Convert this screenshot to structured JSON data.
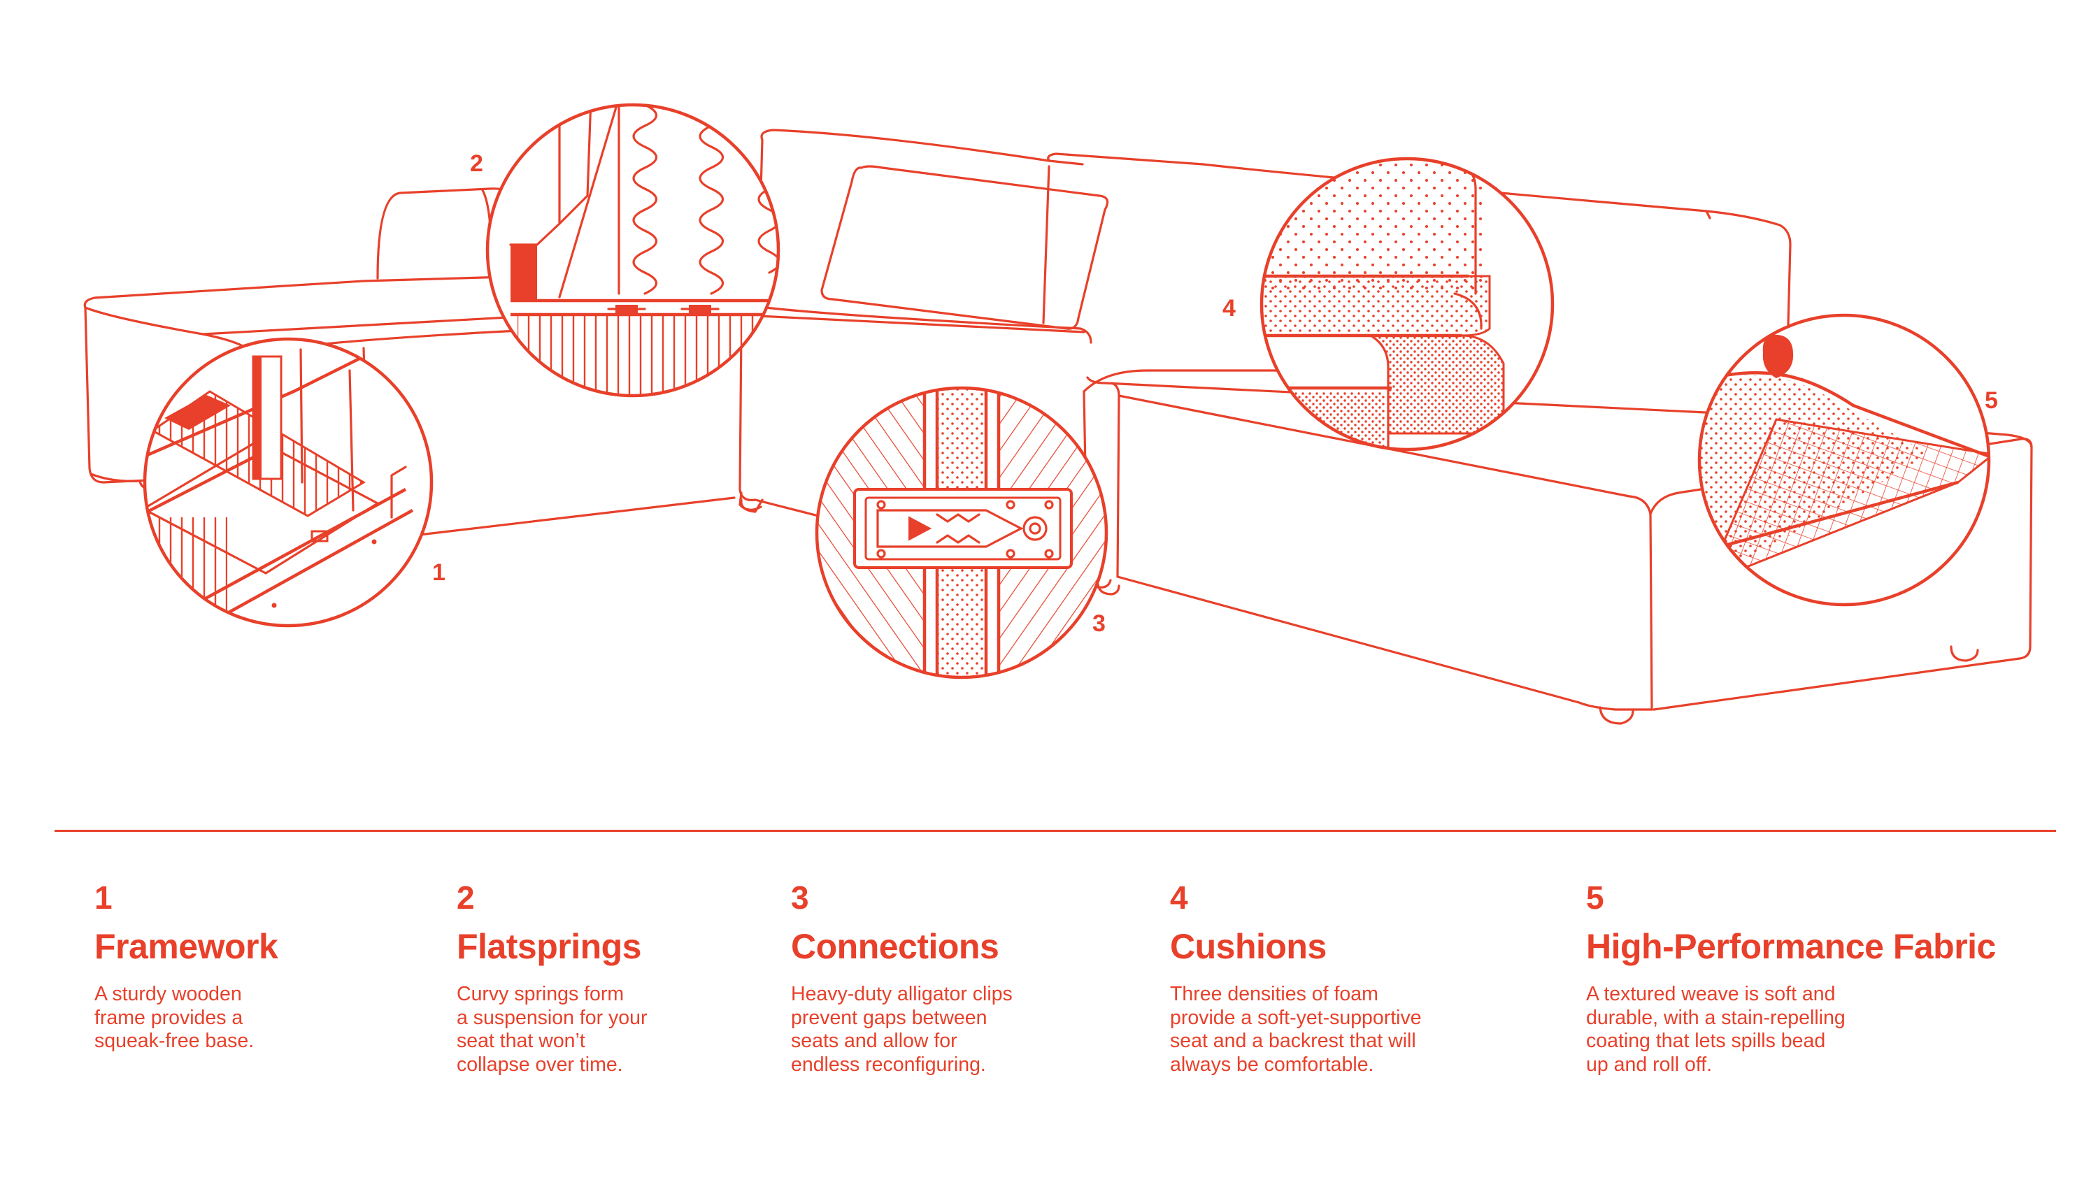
{
  "colors": {
    "accent": "#e8402a",
    "background": "#ffffff"
  },
  "callouts": [
    "1",
    "2",
    "3",
    "4",
    "5"
  ],
  "features": [
    {
      "number": "1",
      "title": "Framework",
      "description": "A sturdy wooden\nframe provides a\nsqueak-free base."
    },
    {
      "number": "2",
      "title": "Flatsprings",
      "description": "Curvy springs form\na suspension for your\nseat that won’t\ncollapse over time."
    },
    {
      "number": "3",
      "title": "Connections",
      "description": "Heavy-duty alligator clips\nprevent gaps between\nseats and allow for\nendless reconfiguring."
    },
    {
      "number": "4",
      "title": "Cushions",
      "description": "Three densities of foam\nprovide a soft-yet-supportive\nseat and a backrest that will\nalways be comfortable."
    },
    {
      "number": "5",
      "title": "High-Performance Fabric",
      "description": "A textured weave is soft and\ndurable, with a stain-repelling\ncoating that lets spills bead\nup and roll off."
    }
  ]
}
